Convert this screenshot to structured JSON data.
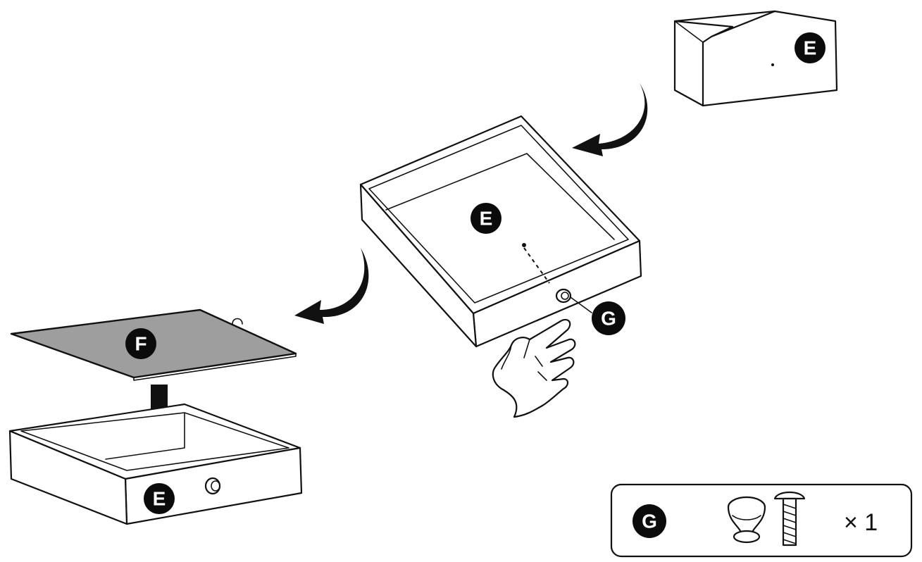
{
  "labels": {
    "panel_e": "E",
    "drawer_e": "E",
    "knob_g": "G",
    "bottom_f": "F",
    "assembled_e": "E",
    "legend_g": "G"
  },
  "legend": {
    "quantity": "× 1",
    "icons": [
      "knob-icon",
      "bolt-icon"
    ]
  }
}
